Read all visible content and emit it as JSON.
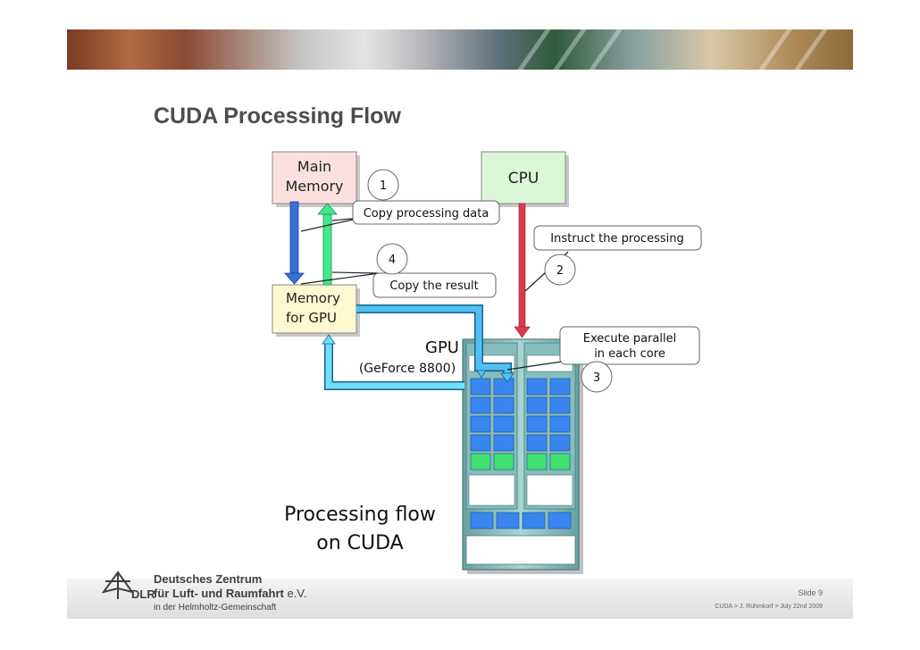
{
  "title": "CUDA Processing Flow",
  "diagram": {
    "main_memory": [
      "Main",
      "Memory"
    ],
    "cpu": "CPU",
    "gpu_memory": [
      "Memory",
      "for GPU"
    ],
    "gpu": "GPU",
    "gpu_model": "(GeForce 8800)",
    "caption": [
      "Processing flow",
      "on CUDA"
    ],
    "steps": [
      {
        "number": "1",
        "label": "Copy processing data"
      },
      {
        "number": "2",
        "label": "Instruct the processing"
      },
      {
        "number": "3",
        "label": [
          "Execute parallel",
          "in each core"
        ]
      },
      {
        "number": "4",
        "label": "Copy the result"
      }
    ],
    "colors": {
      "main_memory_fill": "#fce0e0",
      "cpu_fill": "#dcf6d8",
      "gpu_memory_fill": "#fcf8d0",
      "copy_arrow": "#3a6fd8",
      "return_arrow": "#40e890",
      "instruct_arrow": "#d83c50",
      "result_arrow": "#50c0f0",
      "core_blue": "#3a86f0",
      "core_green": "#40e070"
    }
  },
  "footer": {
    "logo": "DLR",
    "institution_line1": "Deutsches Zentrum",
    "institution_line2": "für Luft- und Raumfahrt",
    "institution_suffix": "e.V.",
    "institution_line3": "in der Helmholtz-Gemeinschaft",
    "slide_number": "Slide 9",
    "meta": "CUDA > J. Rühmkorf > July 22nd 2009"
  }
}
